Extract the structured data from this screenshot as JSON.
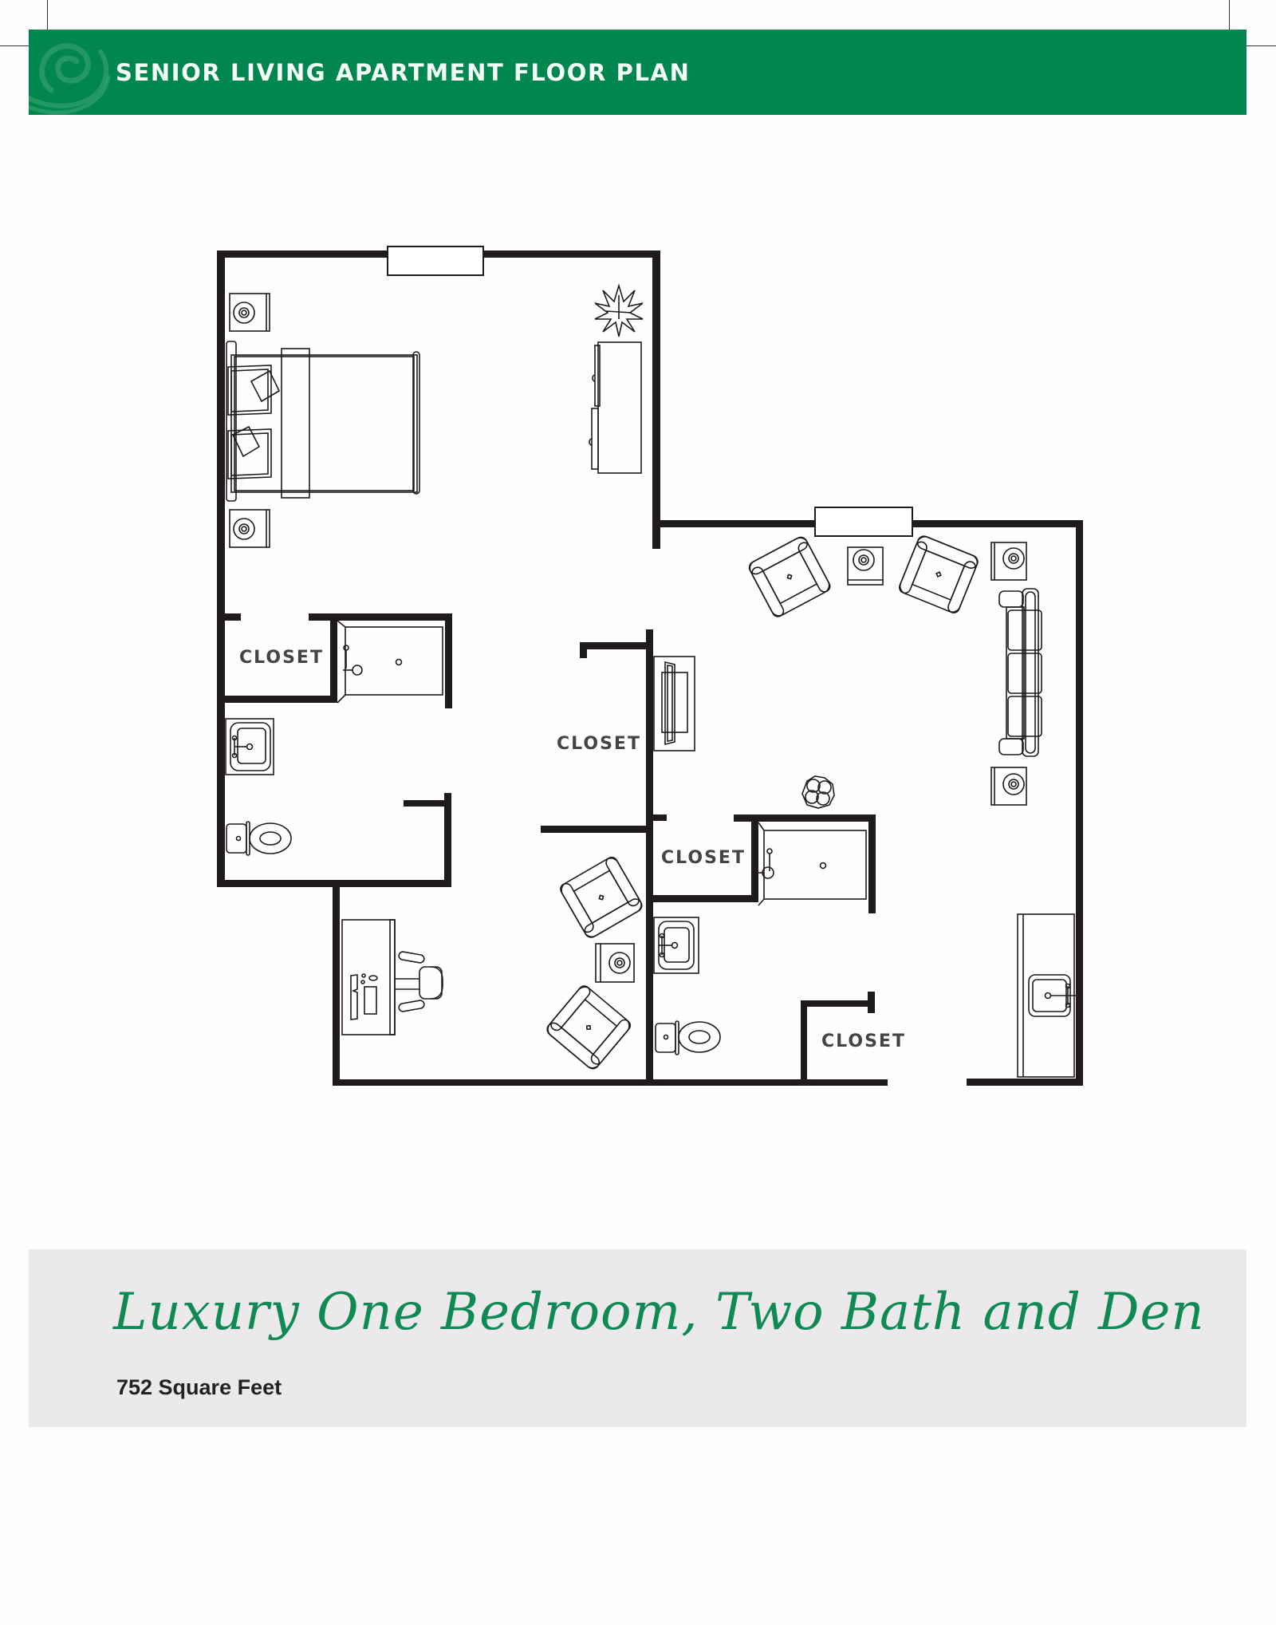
{
  "header": {
    "title": "SENIOR LIVING APARTMENT FLOOR PLAN",
    "logo_icon": "swirl-logo-icon",
    "background_color": "#00864e",
    "text_color": "#f4fff8"
  },
  "floor_plan": {
    "wall_color": "#1f1a1c",
    "room_labels": [
      {
        "id": "closet-bedroom",
        "text": "CLOSET"
      },
      {
        "id": "closet-hall",
        "text": "CLOSET"
      },
      {
        "id": "closet-bath2",
        "text": "CLOSET"
      },
      {
        "id": "closet-lower",
        "text": "CLOSET"
      }
    ],
    "furniture": [
      "bed-icon",
      "nightstand-icon",
      "nightstand-icon",
      "dresser-icon",
      "plant-icon",
      "window-icon",
      "window-icon",
      "shower-icon",
      "sink-icon",
      "toilet-icon",
      "shower-icon",
      "sink-icon",
      "toilet-icon",
      "armchair-icon",
      "armchair-icon",
      "side-table-icon",
      "sofa-icon",
      "lamp-table-icon",
      "lamp-table-icon",
      "tv-console-icon",
      "plant-icon",
      "desk-icon",
      "office-chair-icon",
      "armchair-icon",
      "armchair-icon",
      "side-table-icon",
      "kitchen-counter-icon",
      "kitchen-sink-icon"
    ]
  },
  "footer_panel": {
    "title": "Luxury One Bedroom, Two Bath and Den",
    "area": "752 Square Feet",
    "title_color": "#0f8a55",
    "background_color": "#ebe9ec"
  }
}
